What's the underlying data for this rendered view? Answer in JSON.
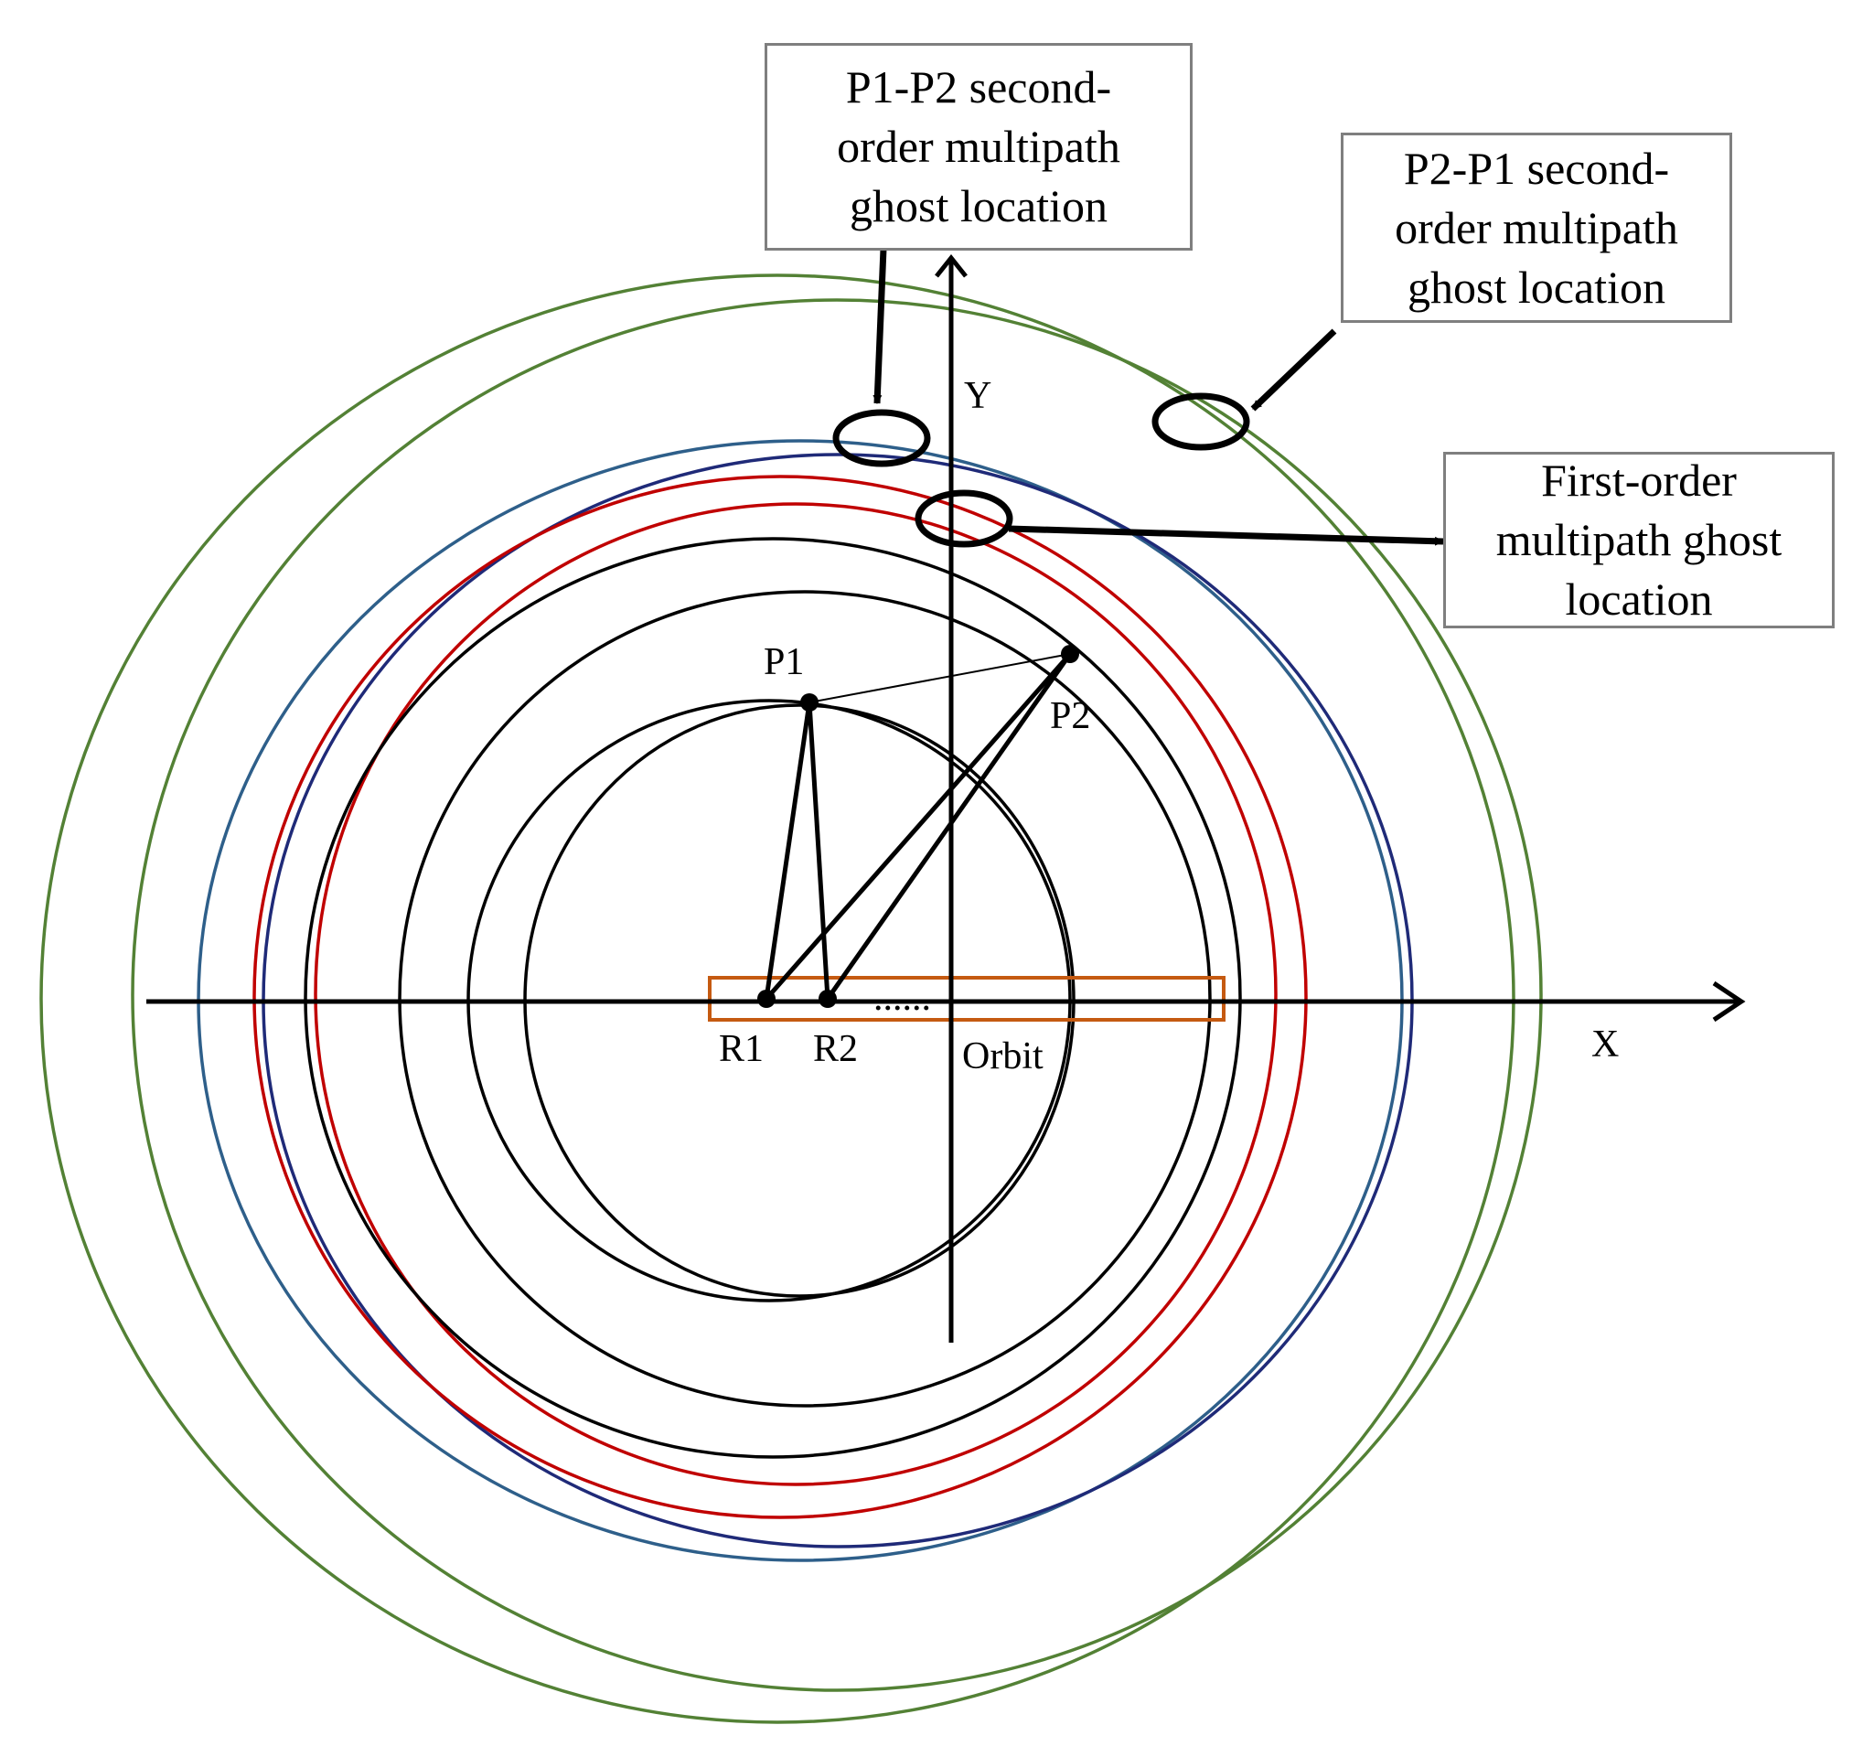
{
  "axes": {
    "x_label": "X",
    "y_label": "Y"
  },
  "points": {
    "p1": "P1",
    "p2": "P2",
    "r1": "R1",
    "r2": "R2"
  },
  "orbit": {
    "label": "Orbit",
    "dots": "......"
  },
  "callouts": {
    "p1_p2": {
      "lines": [
        "P1-P2 second-",
        "order multipath",
        "ghost location"
      ]
    },
    "p2_p1": {
      "lines": [
        "P2-P1 second-",
        "order multipath",
        "ghost location"
      ]
    },
    "first_order": {
      "lines": [
        "First-order",
        "multipath ghost",
        "location"
      ]
    }
  },
  "colors": {
    "green_circles": "#538135",
    "blue_circle": "#2e5f8a",
    "navy_circle": "#1f2a78",
    "red_circles": "#c00000",
    "black_circles": "#000000",
    "orbit_box": "#c55a11",
    "callout_border": "#7f7f7f"
  }
}
